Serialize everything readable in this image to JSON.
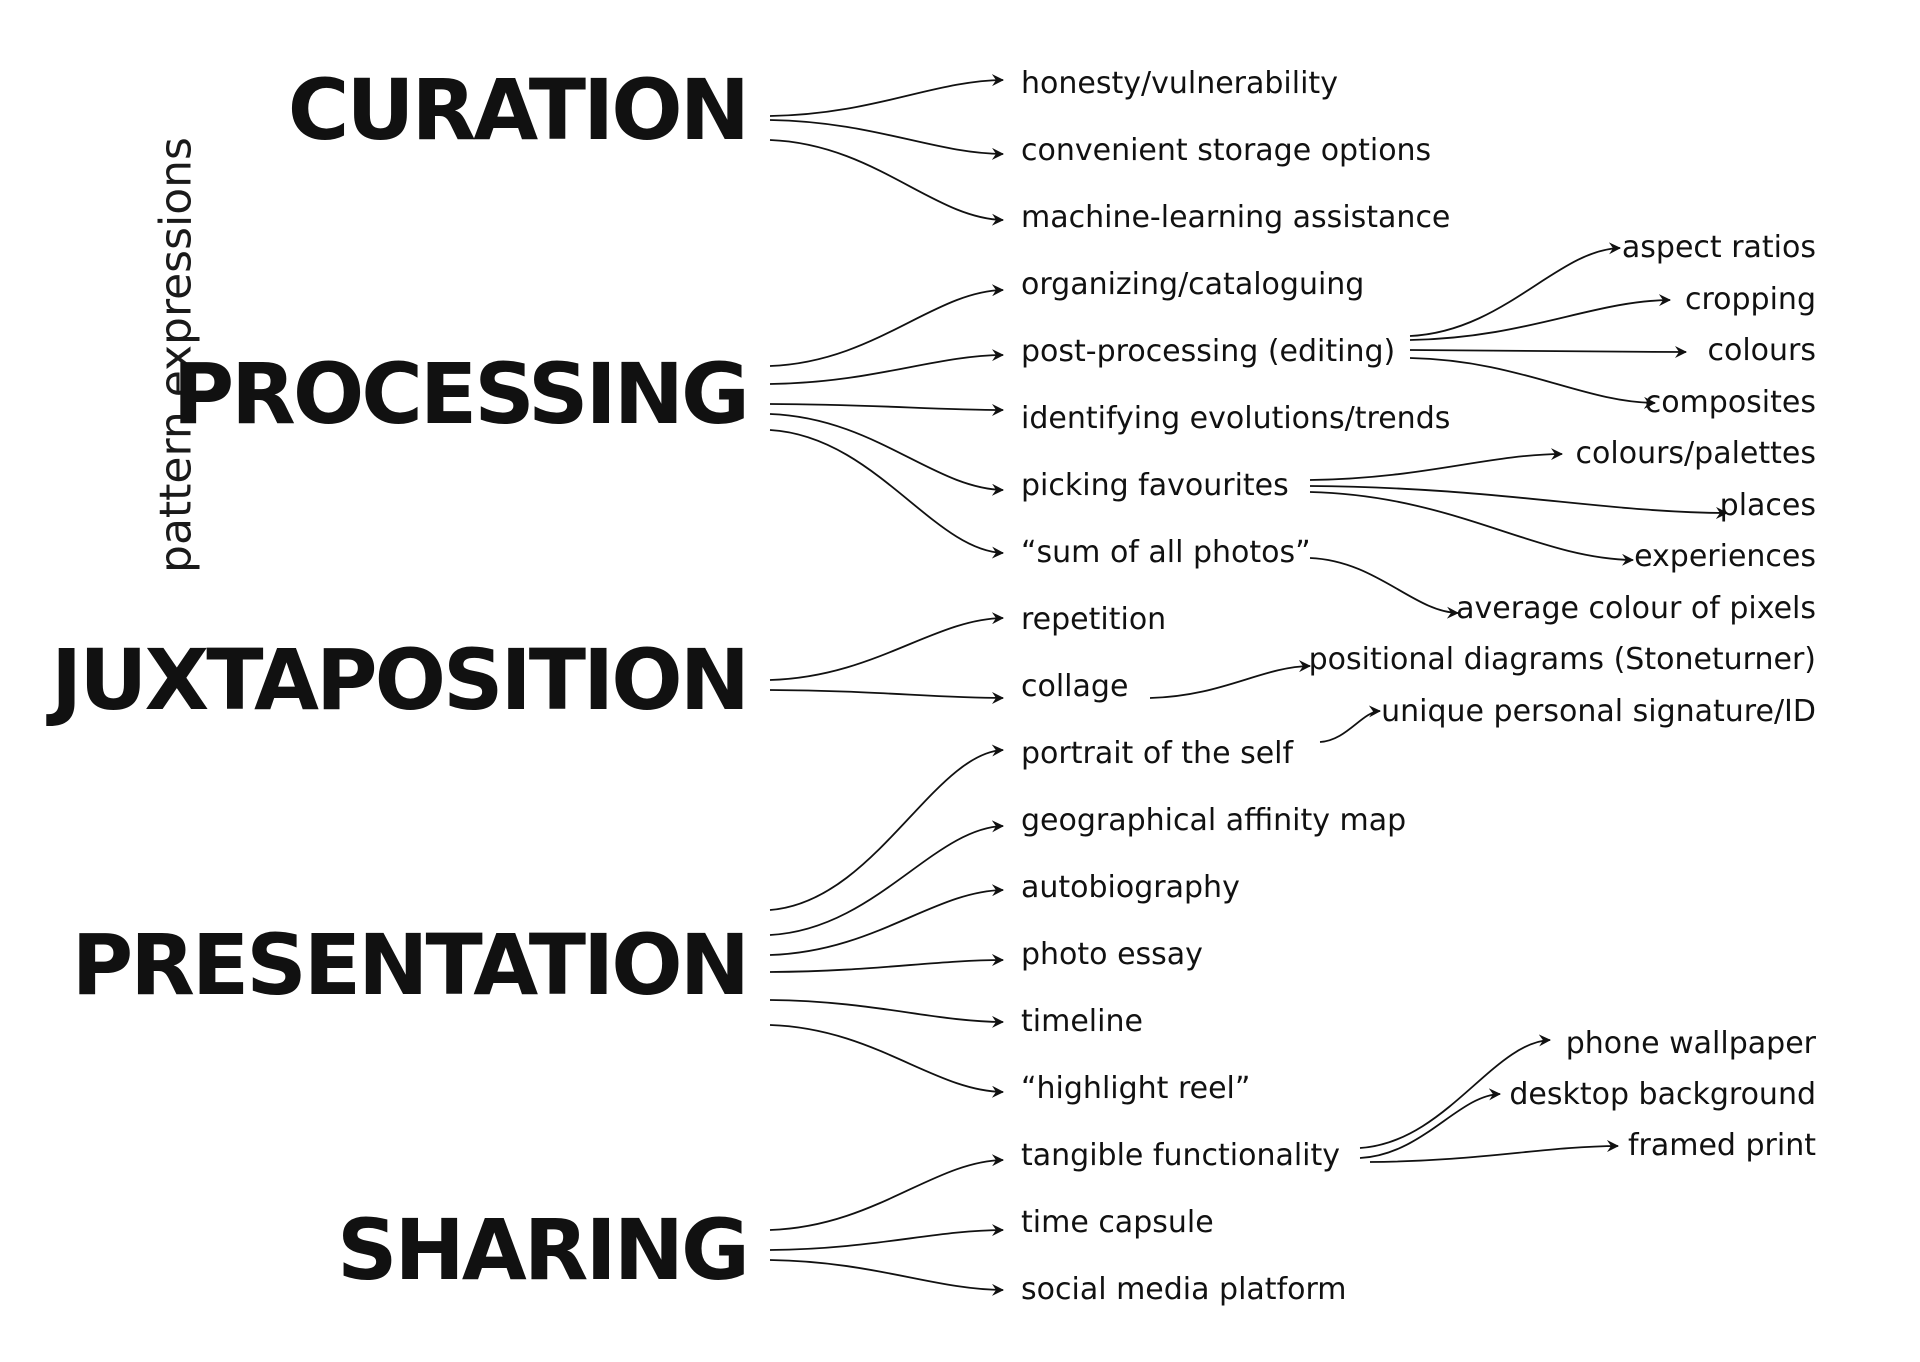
{
  "side_label": "pattern expressions",
  "categories": [
    {
      "label": "CURATION"
    },
    {
      "label": "PROCESSING"
    },
    {
      "label": "JUXTAPOSITION"
    },
    {
      "label": "PRESENTATION"
    },
    {
      "label": "SHARING"
    }
  ],
  "items": [
    {
      "label": "honesty/vulnerability"
    },
    {
      "label": "convenient storage options"
    },
    {
      "label": "machine-learning assistance"
    },
    {
      "label": "organizing/cataloguing"
    },
    {
      "label": "post-processing (editing)"
    },
    {
      "label": "identifying evolutions/trends"
    },
    {
      "label": "picking favourites"
    },
    {
      "label": "“sum of all photos”"
    },
    {
      "label": "repetition"
    },
    {
      "label": "collage"
    },
    {
      "label": "portrait of the self"
    },
    {
      "label": "geographical affinity map"
    },
    {
      "label": "autobiography"
    },
    {
      "label": "photo essay"
    },
    {
      "label": "timeline"
    },
    {
      "label": "“highlight reel”"
    },
    {
      "label": "tangible functionality"
    },
    {
      "label": "time capsule"
    },
    {
      "label": "social media platform"
    }
  ],
  "subitems": [
    {
      "label": "aspect ratios"
    },
    {
      "label": "cropping"
    },
    {
      "label": "colours"
    },
    {
      "label": "composites"
    },
    {
      "label": "colours/palettes"
    },
    {
      "label": "places"
    },
    {
      "label": "experiences"
    },
    {
      "label": "average colour of pixels"
    },
    {
      "label": "positional diagrams (Stoneturner)"
    },
    {
      "label": "unique personal signature/ID"
    },
    {
      "label": "phone wallpaper"
    },
    {
      "label": "desktop background"
    },
    {
      "label": "framed print"
    }
  ]
}
